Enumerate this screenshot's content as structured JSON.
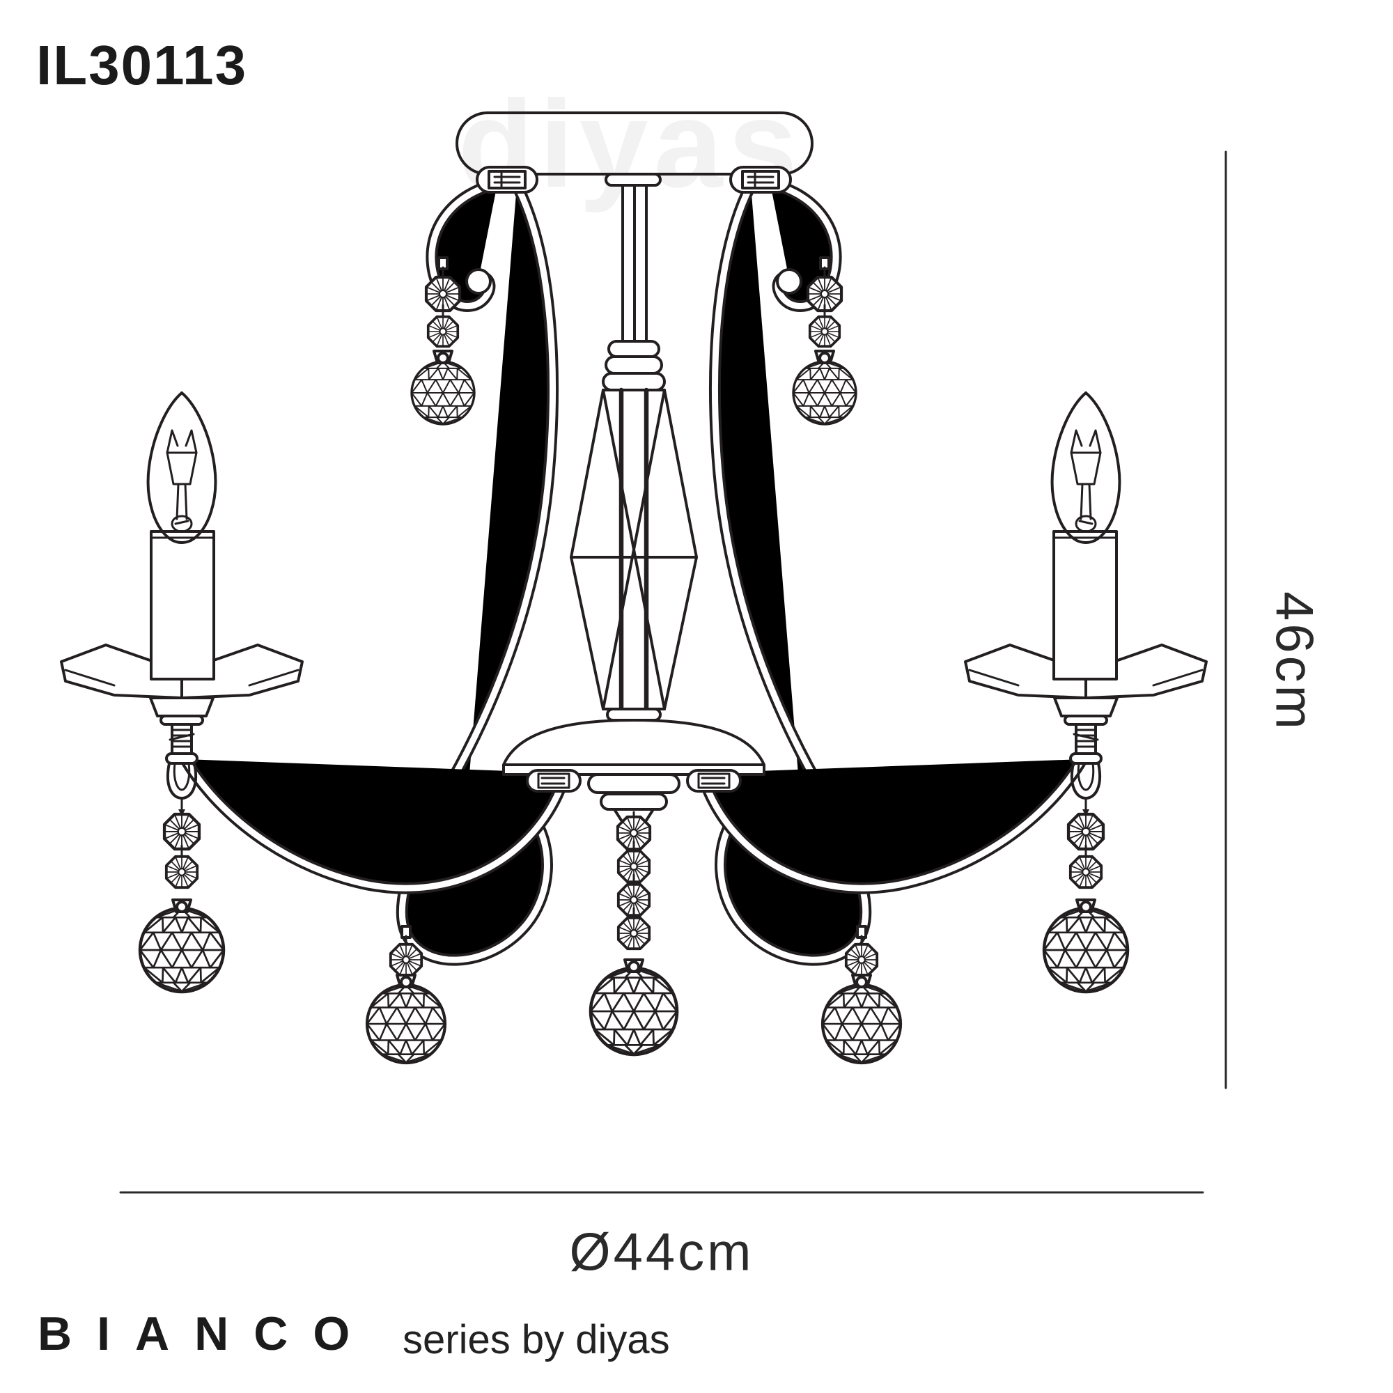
{
  "product_code": "IL30113",
  "watermark": {
    "text": "diyas"
  },
  "dimensions": {
    "diameter_label": "Ø44cm",
    "height_label": "46cm"
  },
  "footer": {
    "series_name": "BIANCO",
    "series_byline": "series by diyas"
  },
  "drawing": {
    "subject": "chandelier-technical-drawing",
    "light_points": 3
  },
  "colors": {
    "line": "#231f20",
    "dimension_line": "#2a2a2a",
    "watermark": "#f2f2f2",
    "background": "#ffffff",
    "text": "#1b1b1b"
  }
}
